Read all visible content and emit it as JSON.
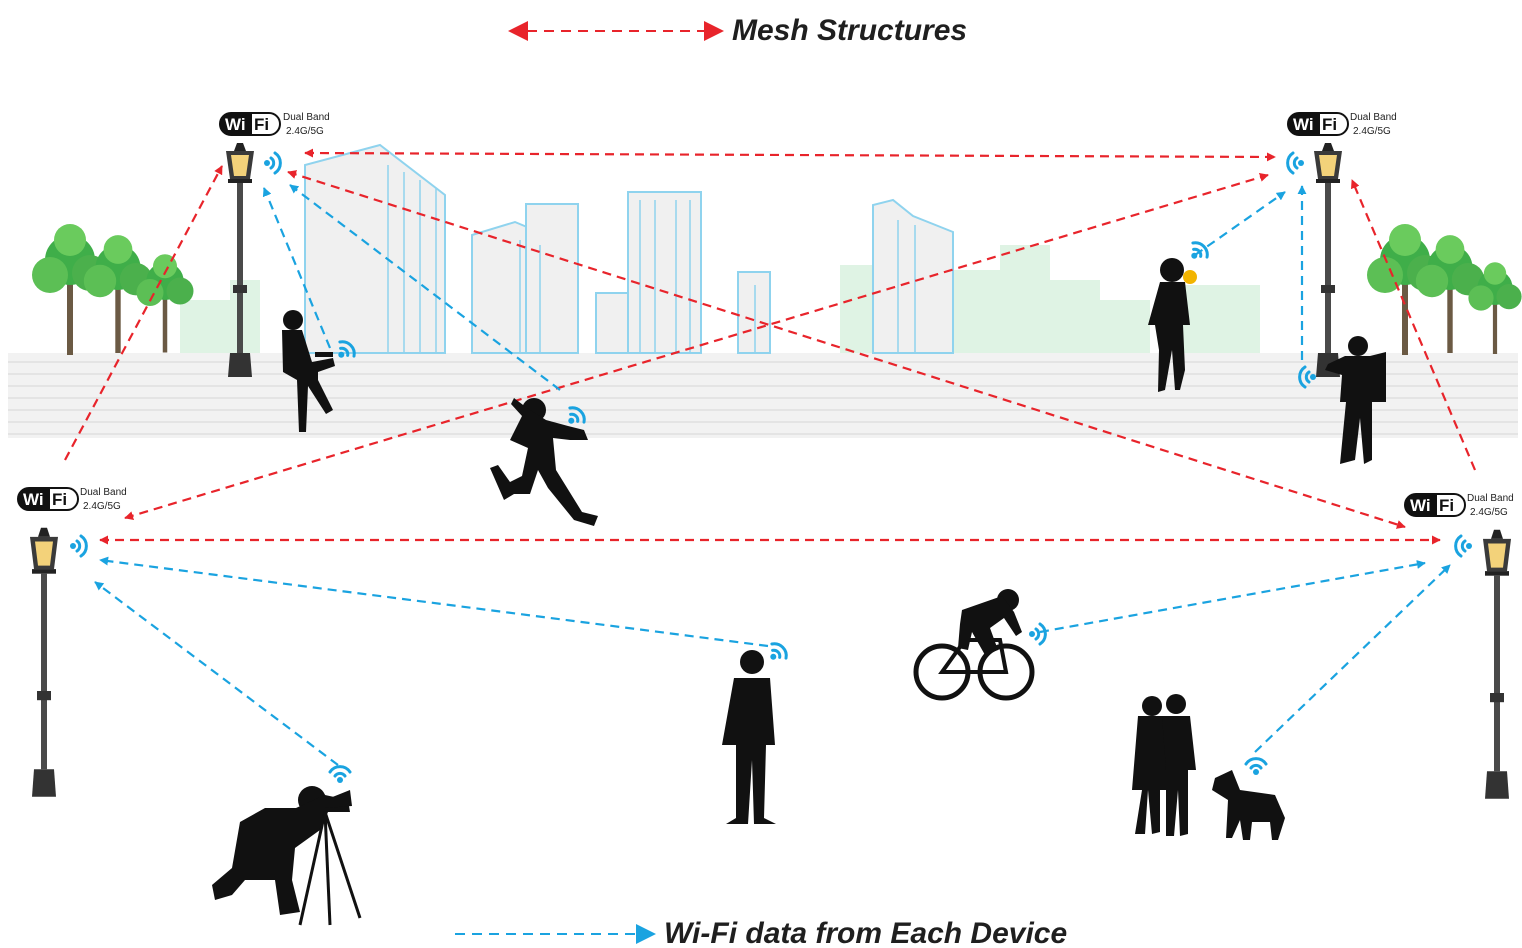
{
  "legend": {
    "mesh_label": "Mesh Structures",
    "device_label": "Wi-Fi data from Each Device"
  },
  "badge": {
    "wi": "Wi",
    "fi": "Fi",
    "line1": "Dual Band",
    "line2": "2.4G/5G"
  },
  "colors": {
    "mesh_link": "#e8242b",
    "device_link": "#1aa3e0",
    "silhouette": "#111111",
    "building_outline": "#8fd3ee",
    "skyline_fill": "#dff3e4",
    "tree_green": "#3fae49"
  },
  "icons": [
    "wifi-badge-icon",
    "street-lamp-icon",
    "wifi-signal-icon",
    "tree-icon",
    "building-icon",
    "person-silhouette-icon"
  ],
  "access_points": [
    "top-left",
    "top-right",
    "mid-left",
    "mid-right"
  ],
  "devices": [
    "sitting-woman",
    "runner",
    "walking-woman",
    "hiker",
    "photographer",
    "businessman",
    "cyclist",
    "couple-with-dog"
  ]
}
